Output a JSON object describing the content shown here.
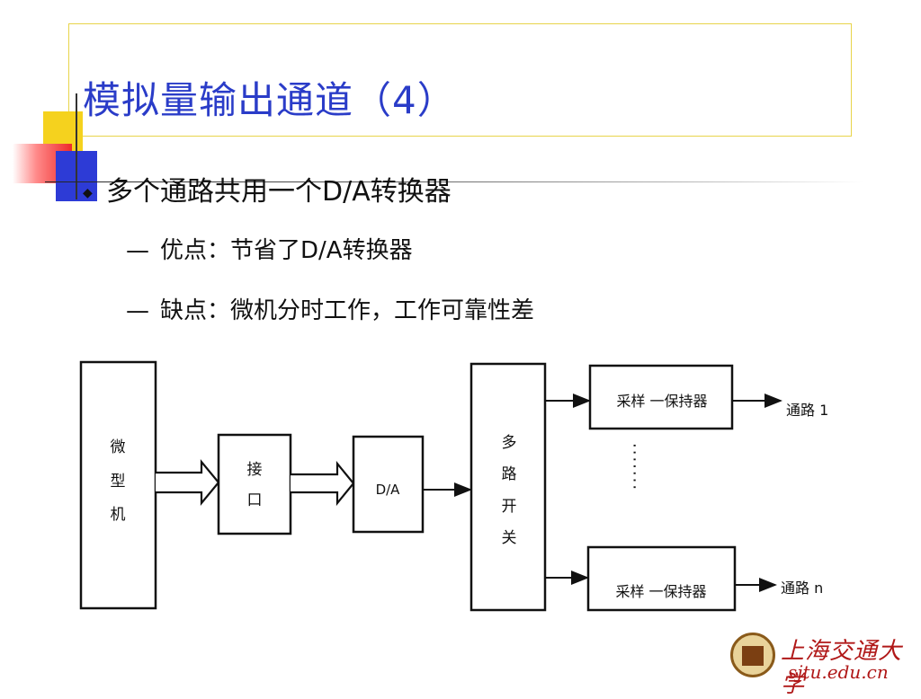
{
  "slide": {
    "title": "模拟量输出通道（4）",
    "main_point": "多个通路共用一个D/A转换器",
    "sub_points": [
      {
        "dash": "—",
        "text": "优点：节省了D/A转换器"
      },
      {
        "dash": "—",
        "text": "缺点：微机分时工作，工作可靠性差"
      }
    ]
  },
  "diagram": {
    "blocks": {
      "microcomputer": [
        "微",
        "型",
        "机"
      ],
      "interface": [
        "接",
        "口"
      ],
      "da": "D/A",
      "mux": [
        "多",
        "路",
        "开",
        "关"
      ],
      "sh_top": "采样 一保持器",
      "sh_bottom": "采样 一保持器"
    },
    "outputs": {
      "top": "通路 1",
      "bottom": "通路 n"
    },
    "ellipsis": "·······"
  },
  "logo": {
    "name": "上海交通大学",
    "url": "sjtu.edu.cn"
  }
}
